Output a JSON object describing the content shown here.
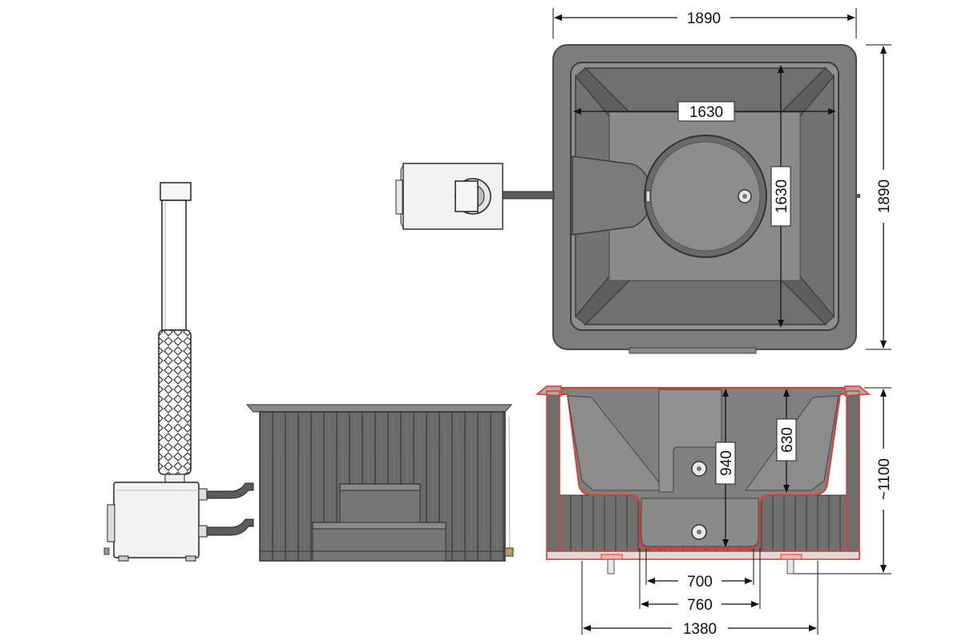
{
  "top_view": {
    "outer_width": "1890",
    "outer_depth": "1890",
    "inner_width": "1630",
    "inner_depth": "1630"
  },
  "section_view": {
    "seat_depth": "630",
    "total_depth": "940",
    "overall_height": "~1100",
    "bottom_width_inner": "700",
    "bottom_width_outer": "760",
    "base_width": "1380"
  },
  "colors": {
    "tub_shell": "#7a7a7a",
    "tub_edge": "#555555",
    "wood": "#6b6b6b",
    "section_line": "#e03a2f",
    "heater_body": "#f2f2f2"
  }
}
